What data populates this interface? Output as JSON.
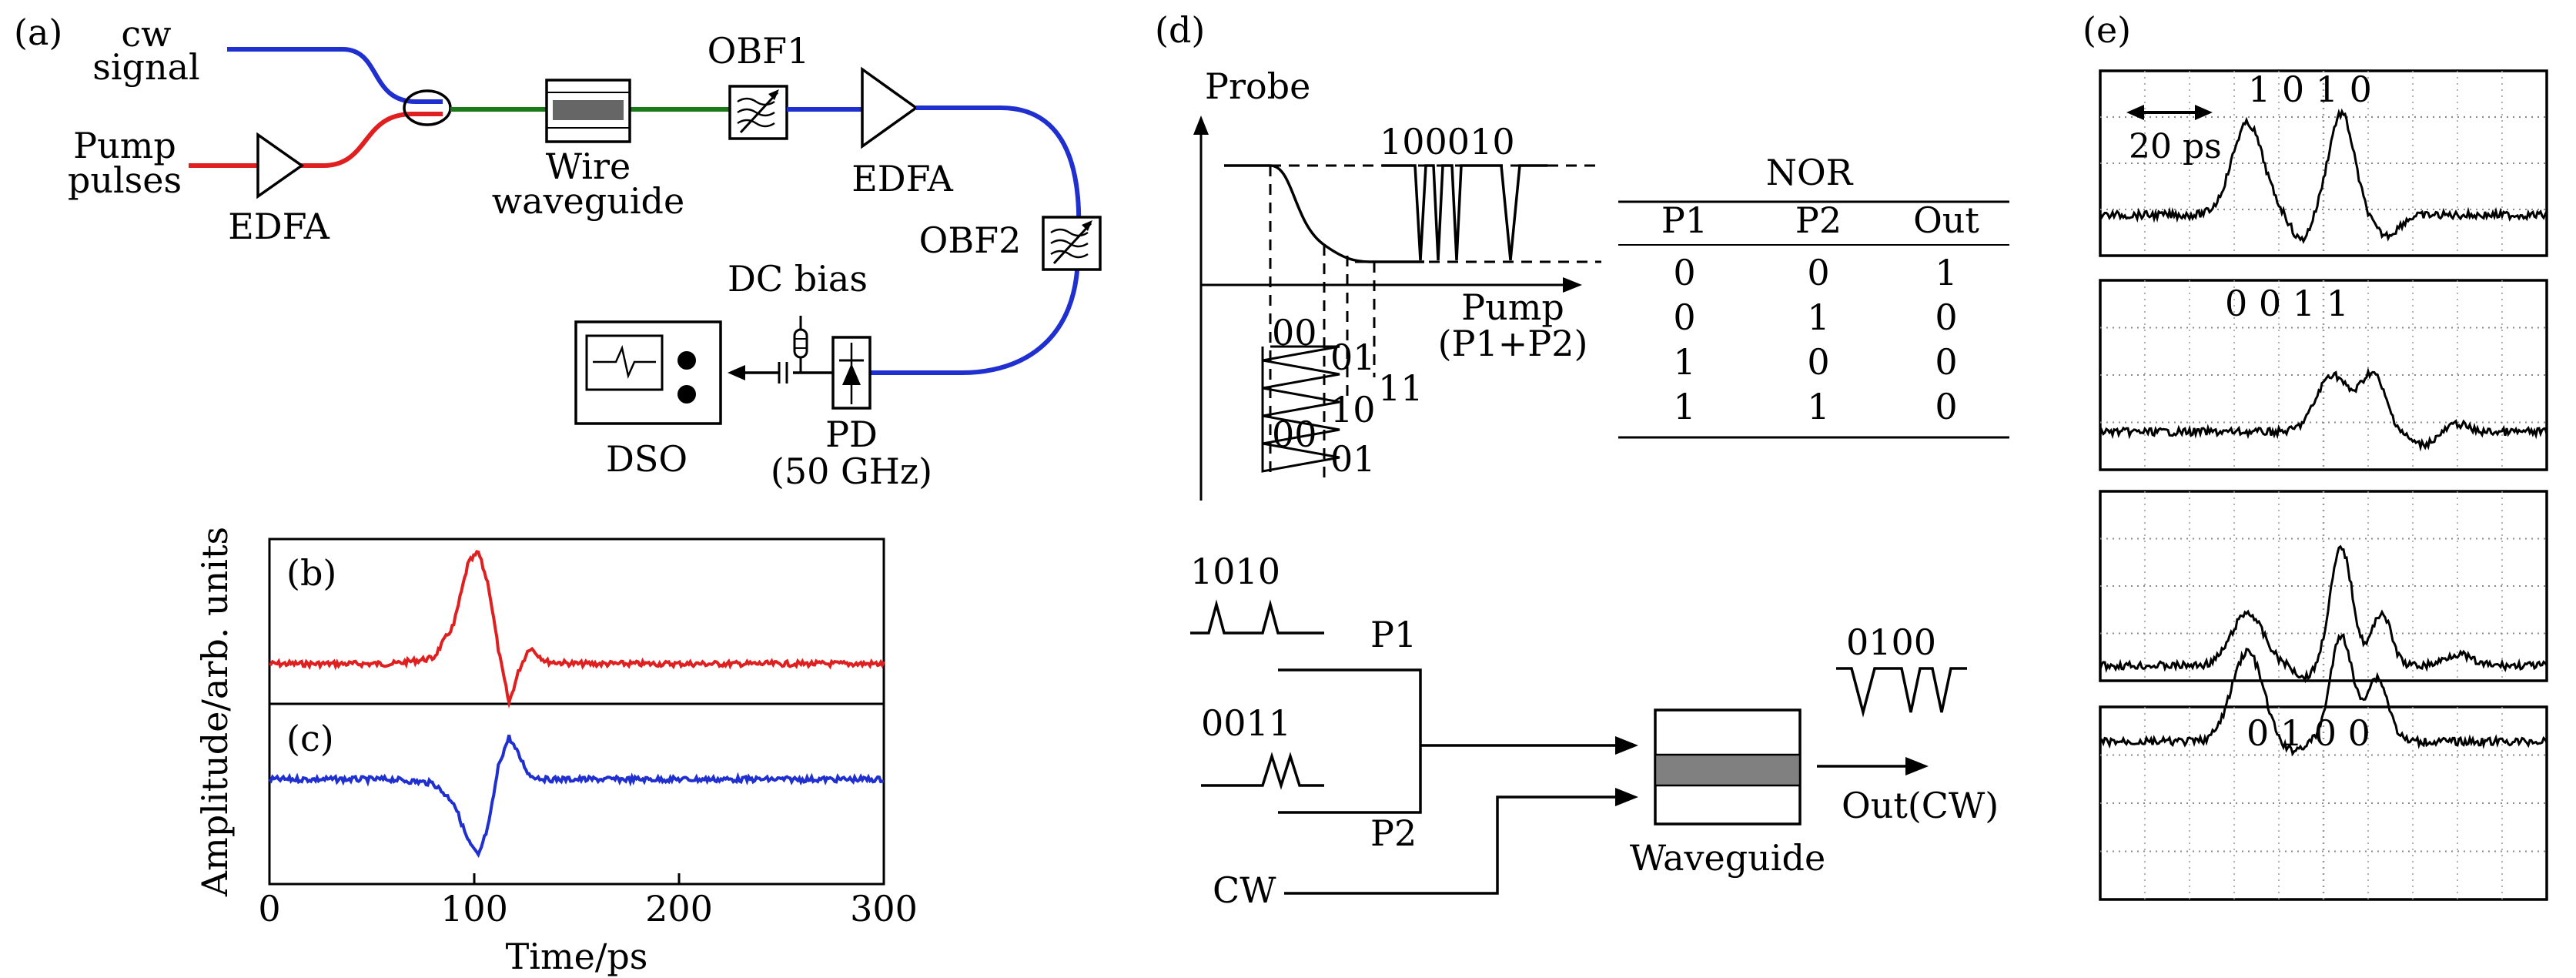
{
  "colors": {
    "signal": "#1f2fd0",
    "pump": "#e02020",
    "fiber": "#1a7a1a",
    "trace_red": "#e02020",
    "trace_blue": "#1f2fd0"
  },
  "panel_a": {
    "label": "(a)",
    "cw_line1": "cw",
    "cw_line2": "signal",
    "pump_line1": "Pump",
    "pump_line2": "pulses",
    "edfa1": "EDFA",
    "wire_line1": "Wire",
    "wire_line2": "waveguide",
    "obf1": "OBF1",
    "edfa2": "EDFA",
    "obf2": "OBF2",
    "dc_bias": "DC bias",
    "dso": "DSO",
    "pd_line1": "PD",
    "pd_line2": "(50 GHz)"
  },
  "panel_bc": {
    "label_b": "(b)",
    "label_c": "(c)",
    "ylabel": "Amplitude/arb. units",
    "xlabel": "Time/ps",
    "xticks": [
      "0",
      "100",
      "200",
      "300"
    ]
  },
  "chart_data": {
    "type": "line",
    "xlabel": "Time/ps",
    "ylabel": "Amplitude/arb. units",
    "xlim": [
      0,
      300
    ],
    "x": [
      0,
      30,
      60,
      80,
      90,
      97,
      102,
      107,
      112,
      117,
      122,
      127,
      135,
      150,
      200,
      250,
      300
    ],
    "series": [
      {
        "values": [
          0,
          0,
          0,
          0.05,
          0.35,
          0.9,
          1.0,
          0.7,
          0.1,
          -0.35,
          -0.05,
          0.15,
          0.02,
          0,
          0,
          0,
          0
        ]
      },
      {
        "values": [
          0,
          0,
          0,
          -0.05,
          -0.3,
          -0.8,
          -1.0,
          -0.6,
          0.2,
          0.55,
          0.3,
          0.05,
          0,
          0,
          0,
          0,
          0
        ]
      }
    ]
  },
  "panel_d": {
    "label": "(d)",
    "probe": "Probe",
    "pattern_top": "100010",
    "pump_line1": "Pump",
    "pump_line2": "(P1+P2)",
    "lvl_00a": "00",
    "lvl_01a": "01",
    "lvl_10": "10",
    "lvl_11": "11",
    "lvl_00b": "00",
    "lvl_01b": "01",
    "table": {
      "title": "NOR",
      "headers": [
        "P1",
        "P2",
        "Out"
      ],
      "rows": [
        [
          "0",
          "0",
          "1"
        ],
        [
          "0",
          "1",
          "0"
        ],
        [
          "1",
          "0",
          "0"
        ],
        [
          "1",
          "1",
          "0"
        ]
      ]
    },
    "in1_bits": "1010",
    "in2_bits": "0011",
    "p1": "P1",
    "p2": "P2",
    "cw": "CW",
    "out_bits": "0100",
    "out_label": "Out(CW)",
    "waveguide": "Waveguide"
  },
  "panel_e": {
    "label": "(e)",
    "scope1_bits": "1 0 1 0",
    "scope1_scale": "20 ps",
    "scope2_bits": "0 0 1 1",
    "scope4_bits": "0 1 0 0"
  }
}
